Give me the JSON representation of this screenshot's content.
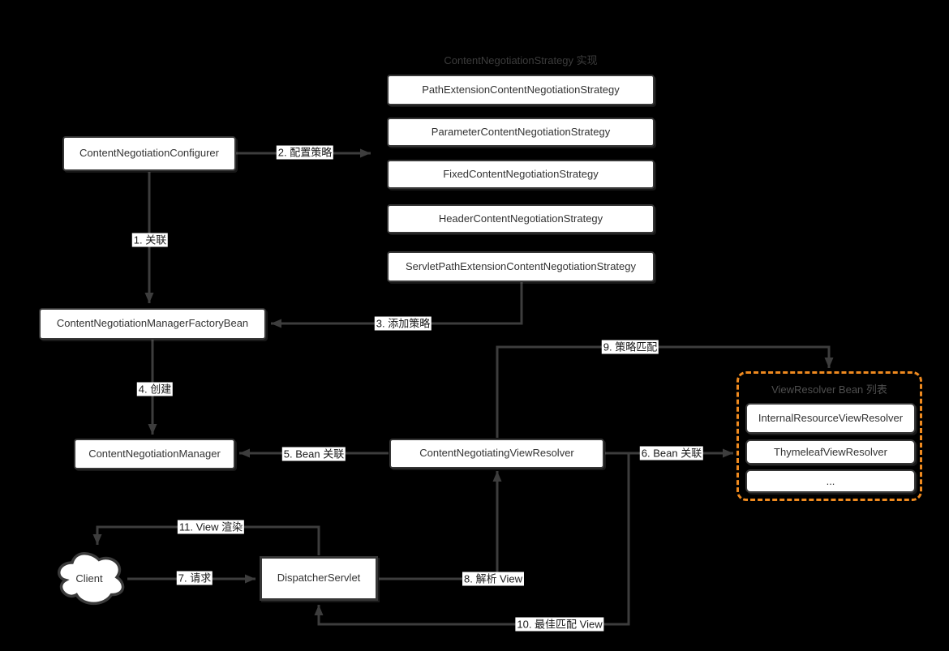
{
  "colors": {
    "background": "#000000",
    "line": "#3d3d3d",
    "box_border": "#363636",
    "box_fill": "#ffffff",
    "box_text": "#333333",
    "edge_label_text": "#1a1a1a",
    "edge_label_bg": "#ffffff",
    "strategy_title_text": "#3c3c3c",
    "resolver_group_border": "#ef8a1f",
    "resolver_group_title_text": "#4f4f4f"
  },
  "diagram": {
    "strategy_group": {
      "title": "ContentNegotiationStrategy 实现",
      "items": [
        "PathExtensionContentNegotiationStrategy",
        "ParameterContentNegotiationStrategy",
        "FixedContentNegotiationStrategy",
        "HeaderContentNegotiationStrategy",
        "ServletPathExtensionContentNegotiationStrategy"
      ]
    },
    "nodes": {
      "configurer": "ContentNegotiationConfigurer",
      "factory_bean": "ContentNegotiationManagerFactoryBean",
      "manager": "ContentNegotiationManager",
      "view_resolver": "ContentNegotiatingViewResolver",
      "dispatcher_servlet": "DispatcherServlet",
      "client": "Client"
    },
    "resolver_group": {
      "title": "ViewResolver Bean 列表",
      "items": [
        "InternalResourceViewResolver",
        "ThymeleafViewResolver",
        "..."
      ]
    },
    "edges": {
      "e1": "1. 关联",
      "e2": "2. 配置策略",
      "e3": "3. 添加策略",
      "e4": "4. 创建",
      "e5": "5. Bean 关联",
      "e6": "6. Bean 关联",
      "e7": "7. 请求",
      "e8": "8. 解析 View",
      "e9": "9. 策略匹配",
      "e10": "10. 最佳匹配 View",
      "e11": "11. View 渲染"
    }
  }
}
